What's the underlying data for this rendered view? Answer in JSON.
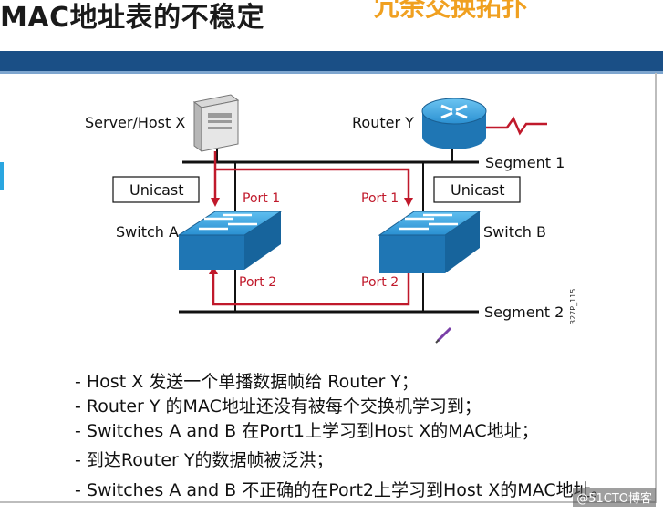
{
  "title": "MAC地址表的不稳定",
  "title_partial": "冗余交换拓扑",
  "diagram": {
    "server_label": "Server/Host X",
    "router_label": "Router Y",
    "segment1_label": "Segment 1",
    "segment2_label": "Segment 2",
    "switch_a_label": "Switch A",
    "switch_b_label": "Switch B",
    "unicast_left": "Unicast",
    "unicast_right": "Unicast",
    "port1_a": "Port 1",
    "port2_a": "Port 2",
    "port1_b": "Port 1",
    "port2_b": "Port 2",
    "figure_code": "327P_115"
  },
  "bullets": [
    "- Host X 发送一个单播数据帧给 Router Y；",
    "-    Router Y 的MAC地址还没有被每个交换机学习到；",
    "-    Switches A and B 在Port1上学习到Host X的MAC地址；",
    "- 到达Router Y的数据帧被泛洪；",
    "- Switches A and B 不正确的在Port2上学习到Host X的MAC地址。"
  ],
  "watermark": "@51CTO博客",
  "colors": {
    "header_bar": "#1a4f86",
    "arrow": "#c0192b",
    "switch": "#2a8fd1",
    "router": "#2a8fd1"
  }
}
